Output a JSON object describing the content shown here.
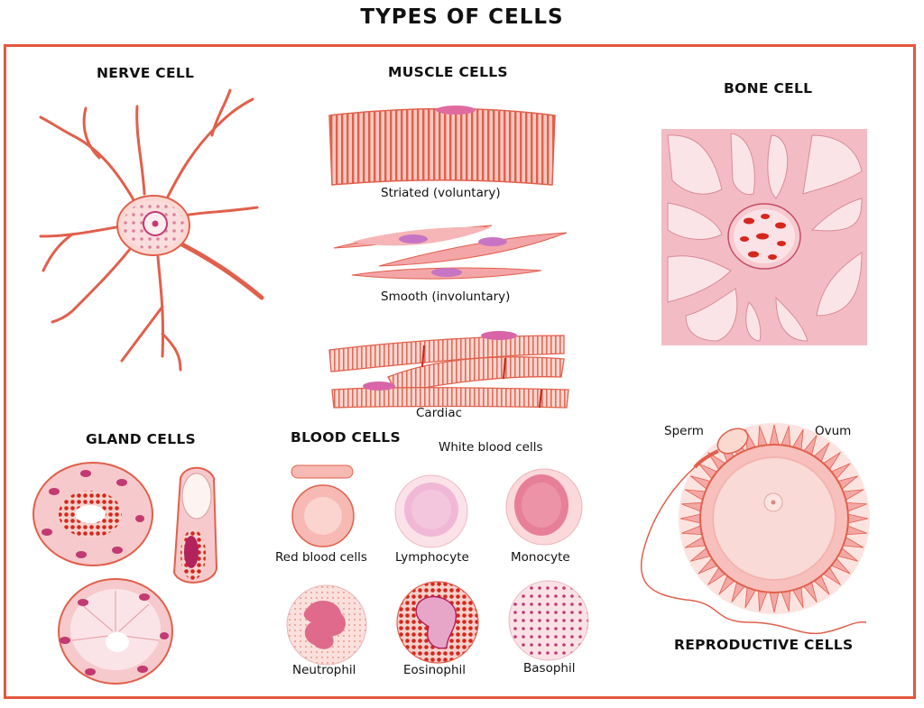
{
  "title": "TYPES OF CELLS",
  "sections": {
    "nerve": {
      "heading": "NERVE CELL"
    },
    "muscle": {
      "heading": "MUSCLE CELLS",
      "striated": "Striated (voluntary)",
      "smooth": "Smooth (involuntary)",
      "cardiac": "Cardiac"
    },
    "bone": {
      "heading": "BONE CELL"
    },
    "gland": {
      "heading": "GLAND CELLS"
    },
    "blood": {
      "heading": "BLOOD CELLS",
      "white_heading": "White blood cells",
      "red": "Red blood cells",
      "lymphocyte": "Lymphocyte",
      "monocyte": "Monocyte",
      "neutrophil": "Neutrophil",
      "eosinophil": "Eosinophil",
      "basophil": "Basophil"
    },
    "reproductive": {
      "heading": "REPRODUCTIVE CELLS",
      "sperm": "Sperm",
      "ovum": "Ovum"
    }
  },
  "colors": {
    "border": "#e4573d",
    "cell_pink": "#f6c9cc",
    "cell_light": "#fbe3e4",
    "nucleus": "#d0407a",
    "granule_red": "#d7261c",
    "line_red": "#e0604c"
  }
}
